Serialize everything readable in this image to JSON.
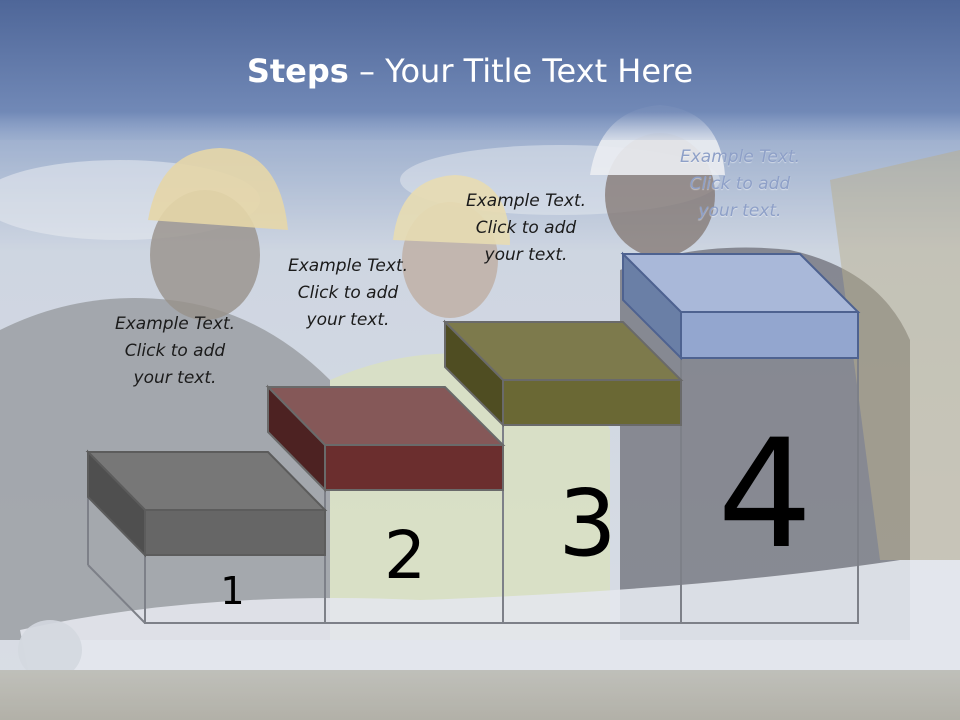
{
  "slide": {
    "title_bold": "Steps",
    "title_rest": " – Your Title Text Here"
  },
  "steps": [
    {
      "number": "1",
      "text": "Example Text.\nClick  to add\nyour text.",
      "color": "#6a6a6a"
    },
    {
      "number": "2",
      "text": "Example Text.\nClick  to add\nyour text.",
      "color": "#6e2c2c"
    },
    {
      "number": "3",
      "text": "Example Text.\nClick  to add\nyour text.",
      "color": "#6b6a33"
    },
    {
      "number": "4",
      "text": "Example Text.\nClick  to add\nyour text.",
      "color": "#8aa0cc"
    }
  ]
}
